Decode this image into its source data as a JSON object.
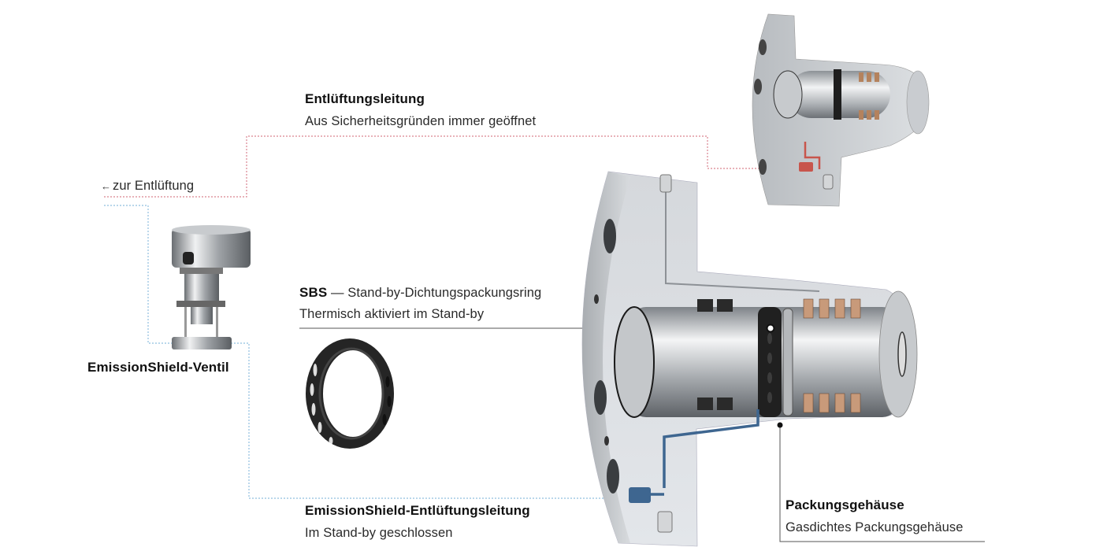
{
  "labels": {
    "vent_line": {
      "title": "Entlüftungsleitung",
      "subtitle": "Aus Sicherheitsgründen immer geöffnet"
    },
    "to_vent": {
      "arrow": "←",
      "text": "zur Entlüftung"
    },
    "valve": {
      "title": "EmissionShield-Ventil"
    },
    "sbs": {
      "title_bold": "SBS",
      "title_rest": " — Stand-by-Dichtungspackungsring",
      "subtitle": "Thermisch aktiviert im Stand-by"
    },
    "es_vent_line": {
      "title": "EmissionShield-Entlüftungsleitung",
      "subtitle": "Im Stand-by geschlossen"
    },
    "housing": {
      "title": "Packungsgehäuse",
      "subtitle": "Gasdichtes Packungsgehäuse"
    }
  },
  "colors": {
    "vent_line_red": "#d9838f",
    "es_line_blue": "#8fbfdf",
    "pipe_red": "#c8554c",
    "pipe_blue": "#3e6690",
    "leader_gray": "#555555",
    "metal_light": "#d6d9dc",
    "metal_dark": "#9ba0a5",
    "packing_copper": "#c89a7a"
  },
  "icons": {
    "arrow_left": "arrow-left-icon",
    "leader_dot": "leader-dot-icon"
  }
}
